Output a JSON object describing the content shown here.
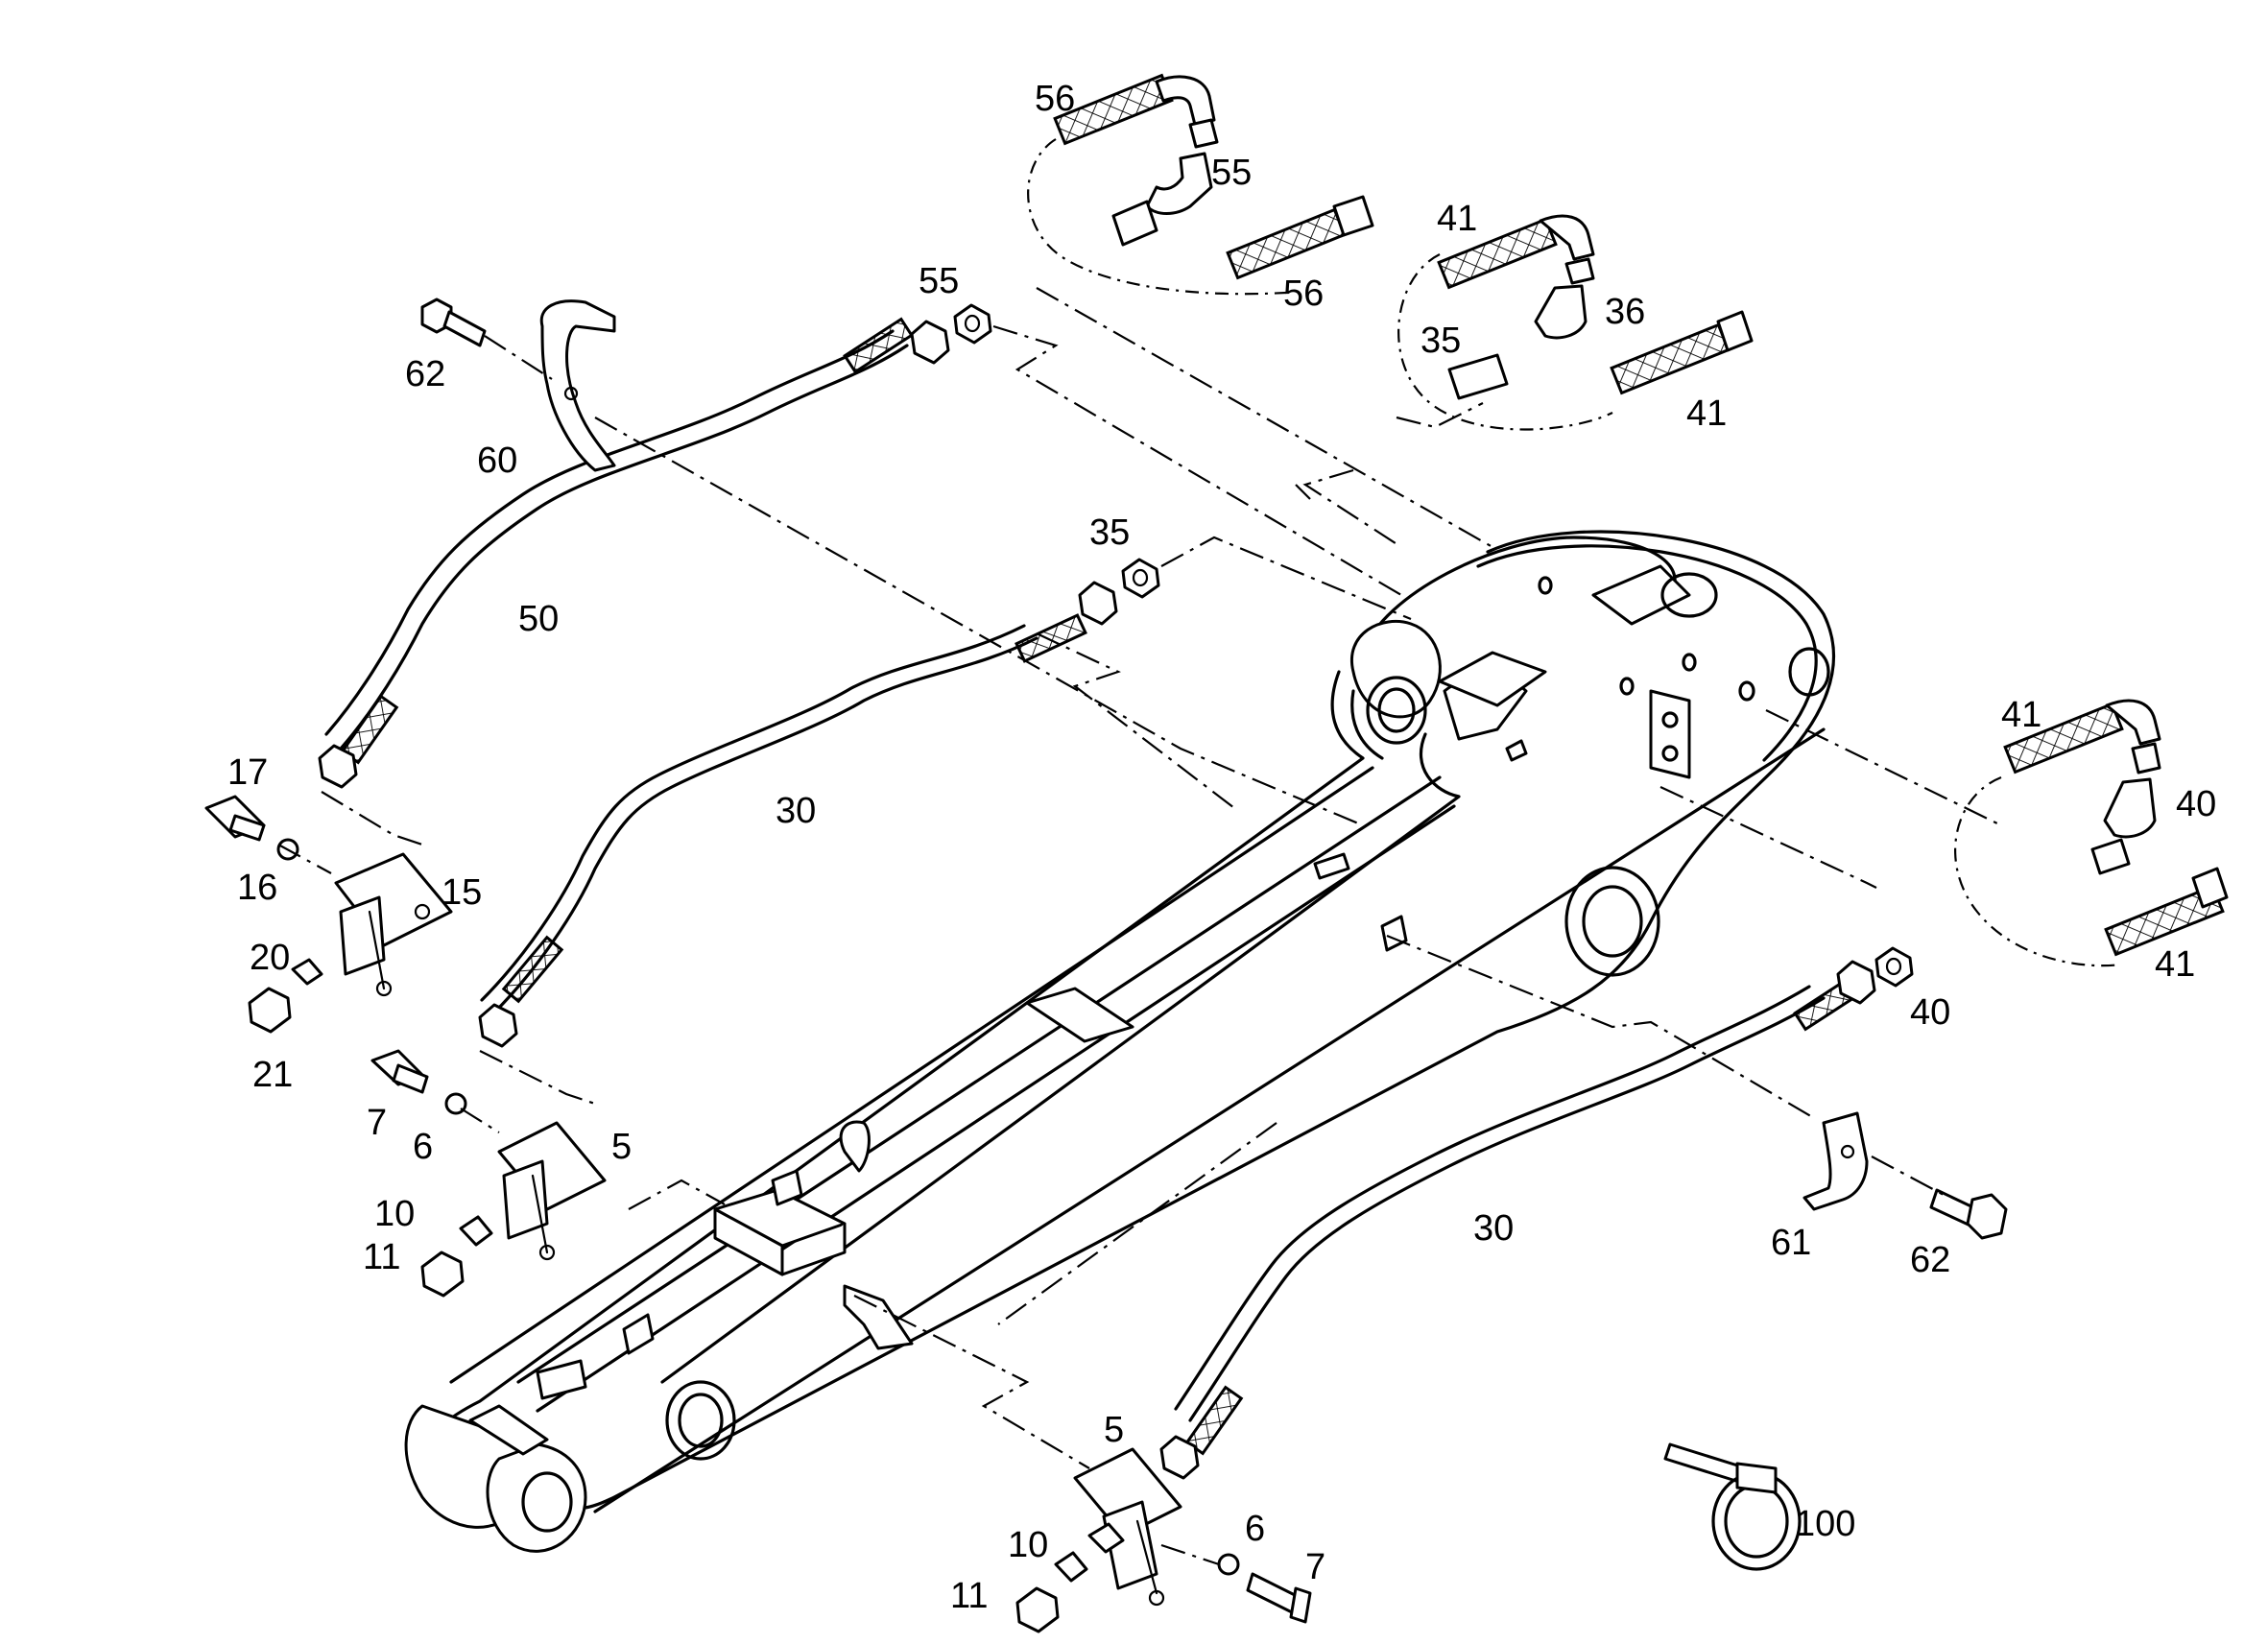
{
  "diagram": {
    "colors": {
      "ink": "#000000",
      "paper": "#ffffff"
    },
    "part_numbers": {
      "p56a": "56",
      "p55a": "55",
      "p56b": "56",
      "p55b": "55",
      "p41a": "41",
      "p36": "36",
      "p35a": "35",
      "p41b": "41",
      "p62a": "62",
      "p60": "60",
      "p50": "50",
      "p35b": "35",
      "p30a": "30",
      "p17": "17",
      "p16": "16",
      "p15": "15",
      "p20": "20",
      "p21": "21",
      "p7a": "7",
      "p6a": "6",
      "p5a": "5",
      "p10a": "10",
      "p11a": "11",
      "p41c": "41",
      "p40a": "40",
      "p41d": "41",
      "p40b": "40",
      "p61": "61",
      "p62b": "62",
      "p30b": "30",
      "p5b": "5",
      "p10b": "10",
      "p6b": "6",
      "p7b": "7",
      "p11b": "11",
      "p100": "100"
    }
  }
}
